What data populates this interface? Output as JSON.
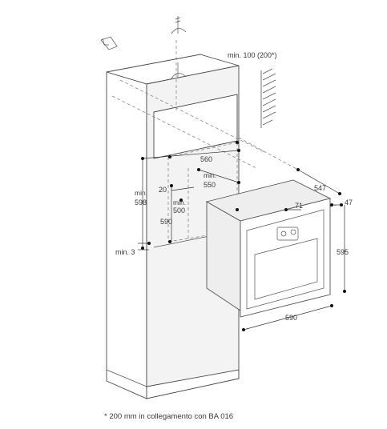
{
  "labels": {
    "top_clearance": "min. 100 (200*)",
    "width_560": "560",
    "depth_550_a": "min.",
    "depth_550_b": "550",
    "height_598_a": "min.",
    "height_598_b": "598",
    "gap_20": "20",
    "depth_500_a": "min.",
    "depth_500_b": "500",
    "height_590": "590",
    "gap_min3": "min. 3",
    "oven_depth_547": "547",
    "front_47": "47",
    "panel_71": "71",
    "oven_height_595": "595",
    "oven_width_590": "590"
  },
  "footnote": "* 200 mm in collegamento con BA 016"
}
